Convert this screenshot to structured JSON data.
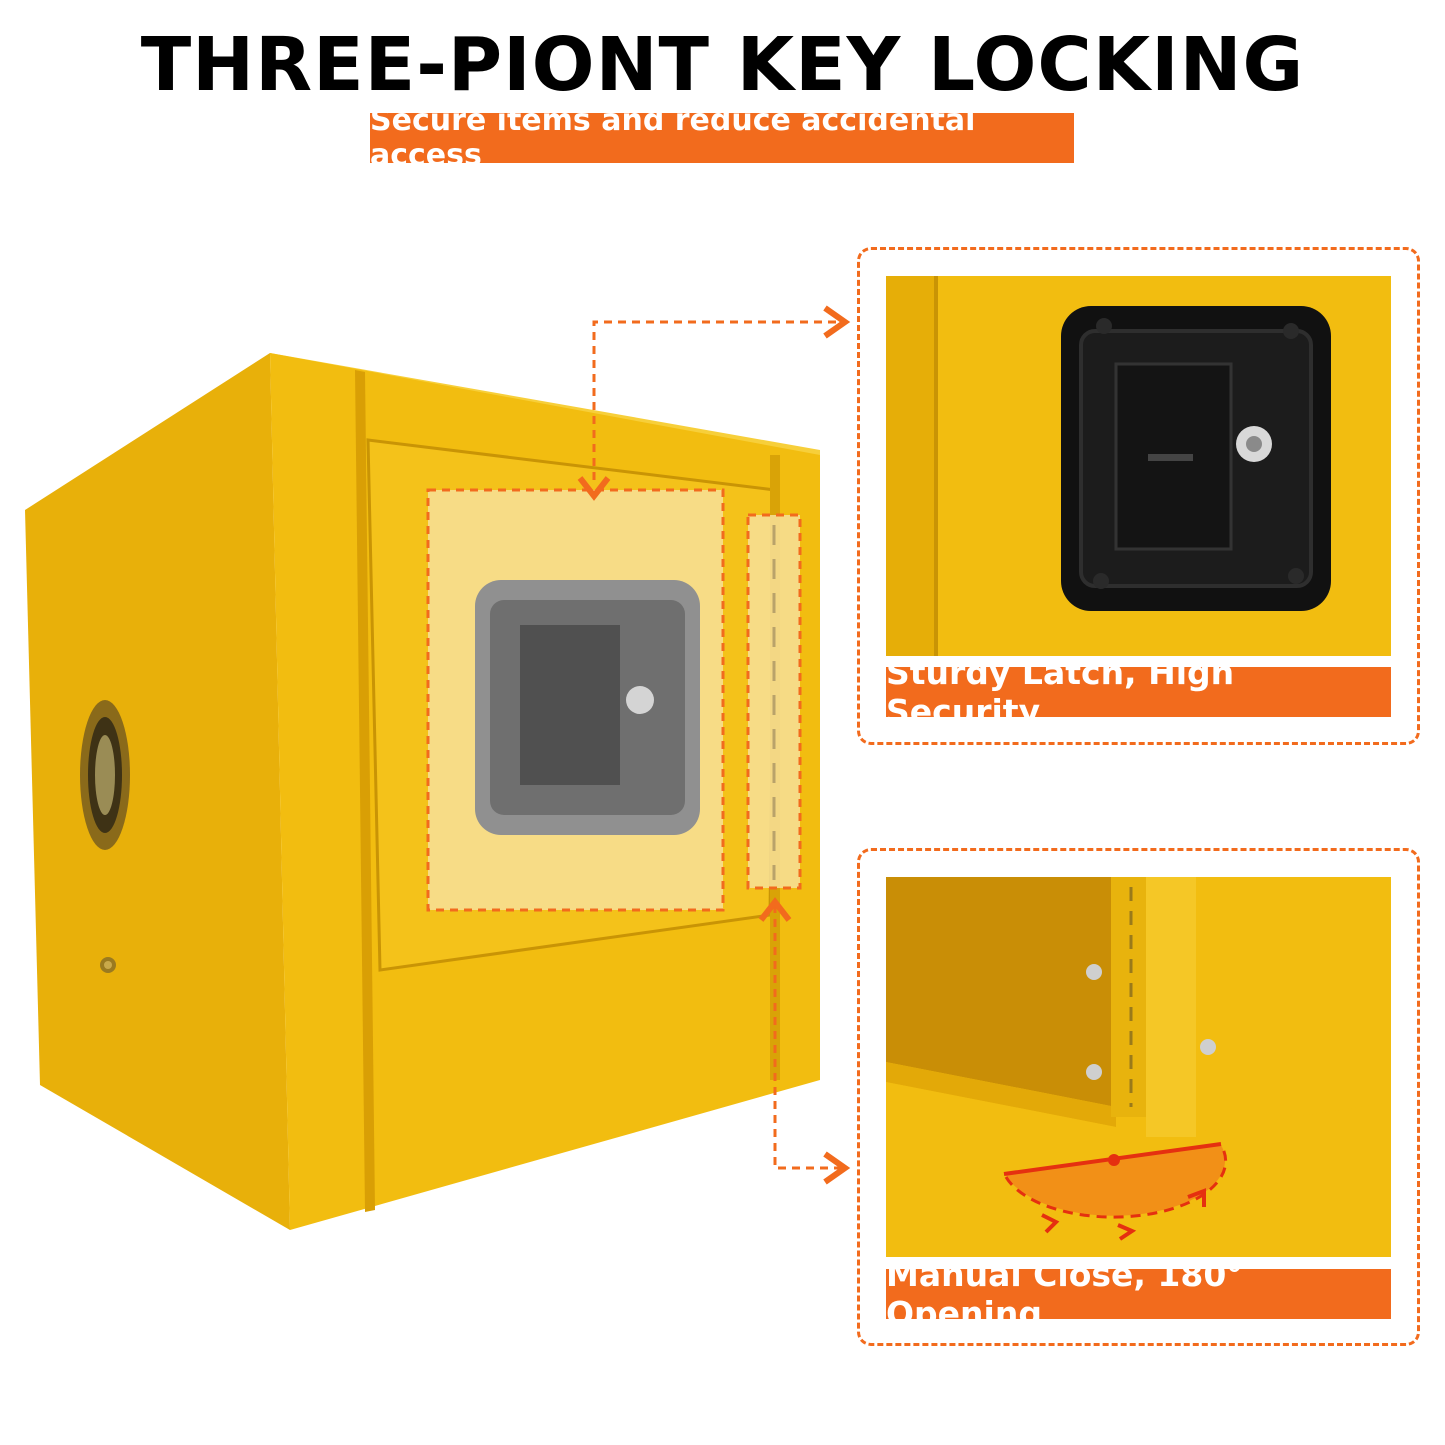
{
  "header": {
    "title": "THREE-PIONT KEY LOCKING",
    "subtitle": "Secure items and reduce accidental access"
  },
  "panels": [
    {
      "label": "Sturdy Latch, High Security",
      "icon": "latch-closeup-photo"
    },
    {
      "label": "Manual Close, 180° Opening",
      "icon": "hinge-closeup-photo"
    }
  ],
  "colors": {
    "accent": "#f26b1d",
    "cabinet_yellow": "#f2bd10",
    "highlight": "#f7dc8a"
  }
}
